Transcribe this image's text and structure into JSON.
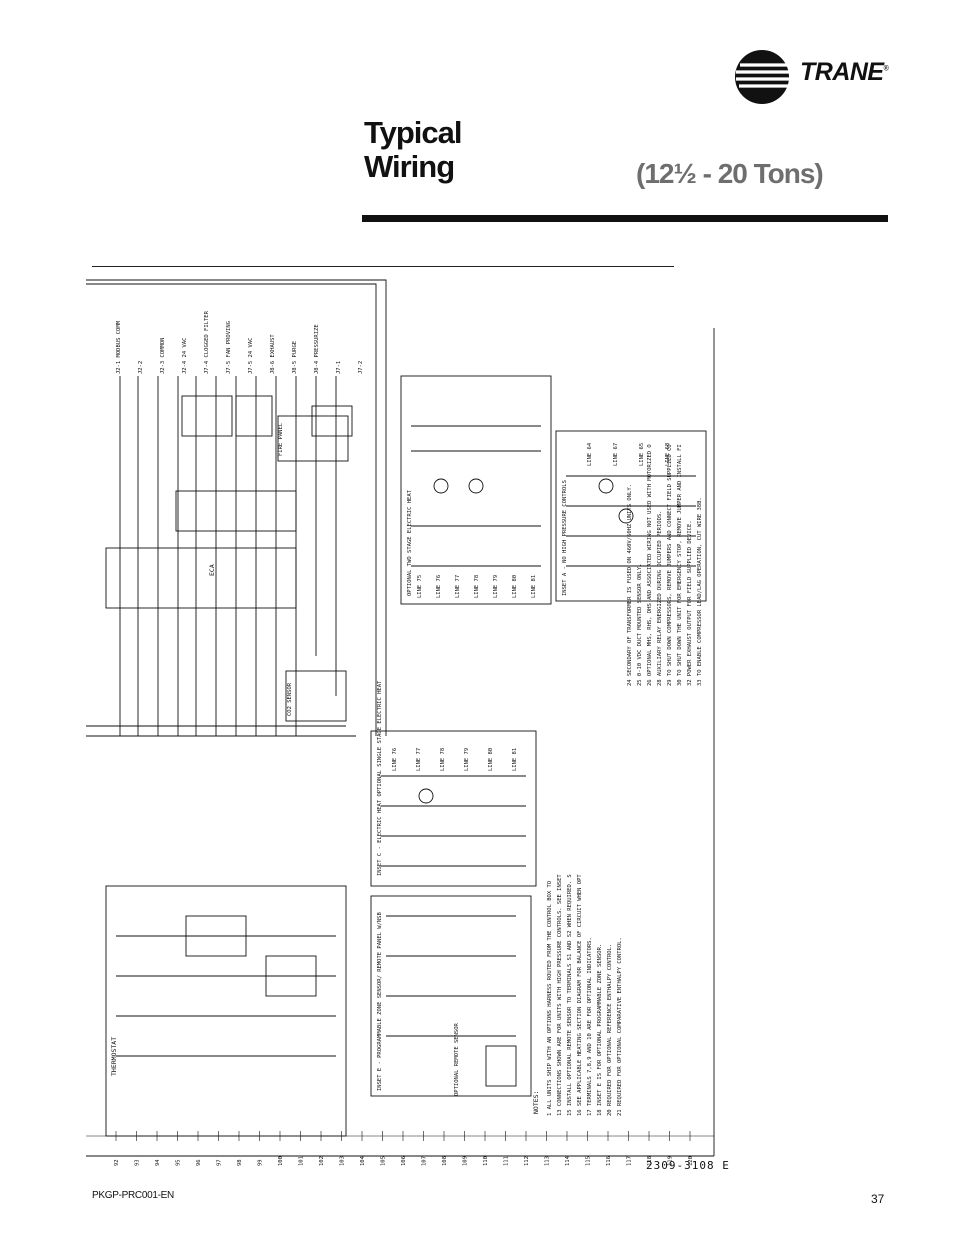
{
  "brand": {
    "name": "TRANE",
    "registered": "®"
  },
  "header": {
    "title_line1": "Typical",
    "title_line2": "Wiring",
    "subtitle": "(12½ - 20 Tons)"
  },
  "diagram": {
    "drawing_number": "2309-3108 E",
    "line_numbers": [
      "92",
      "93",
      "94",
      "95",
      "96",
      "97",
      "98",
      "99",
      "100",
      "101",
      "102",
      "103",
      "104",
      "105",
      "106",
      "107",
      "108",
      "109",
      "110",
      "111",
      "112",
      "113",
      "114",
      "115",
      "116",
      "117",
      "118",
      "119",
      "120"
    ],
    "blocks": {
      "eca": "ECA",
      "thermostat": "THERMOSTAT",
      "inset_a": "INSET A - NO HIGH PRESSURE CONTROLS",
      "inset_c": "INSET C - ELECTRIC HEAT OPTIONAL SINGLE STAGE ELECTRIC HEAT",
      "two_stage": "OPTIONAL TWO STAGE ELECTRIC HEAT",
      "inset_e": "INSET E - PROGRAMMABLE ZONE SENSOR/ REMOTE PANEL W/NSB",
      "optional_remote_sensor": "OPTIONAL REMOTE SENSOR",
      "co2_sensor": "CO2 SENSOR",
      "fire_panel": "FIRE PANEL",
      "notes_label": "NOTES:"
    },
    "terminal_labels": [
      "J2-1 MODBUS COMM",
      "J2-2",
      "J2-3 COMMON",
      "J2-4 24 VAC",
      "J7-4 CLOGGED FILTER",
      "J7-5 FAN PROVING",
      "J7-5 24 VAC",
      "J8-6 EXHAUST",
      "J8-5 PURGE",
      "J8-4 PRESSURIZE",
      "J7-1",
      "J7-2"
    ],
    "inset_a_lines": [
      "LINE 64",
      "LINE 67",
      "LINE 65",
      "LINE 68"
    ],
    "inset_c_lines": [
      "LINE 76",
      "LINE 77",
      "LINE 78",
      "LINE 79",
      "LINE 80",
      "LINE 81"
    ],
    "two_stage_lines": [
      "LINE 75",
      "LINE 76",
      "LINE 77",
      "LINE 78",
      "LINE 79",
      "LINE 80",
      "LINE 81"
    ],
    "notes": [
      {
        "n": "1",
        "text": "ALL UNITS SHIP WITH AN OPTIONS HARNESS ROUTED FROM THE CONTROL BOX TO THE RETURN AIR SECTION. IF NO OPTIONS ARE INSTALLED DO NOT CONNECT."
      },
      {
        "n": "13",
        "text": "CONNECTIONS SHOWN ARE FOR UNITS WITH HIGH PRESSURE CONTROLS. SEE INSET A FOR UNITS WITHOUT."
      },
      {
        "n": "15",
        "text": "INSTALL OPTIONAL REMOTE SENSOR TO TERMINALS S1 AND S2 WHEN REQUIRED. SEE PROGRAMMABLE ZONE SENSOR, REMOTE PANEL W/NSB LITERATURE FOR OPTION CONFIGURATION."
      },
      {
        "n": "16",
        "text": "SEE APPLICABLE HEATING SECTION DIAGRAM FOR BALANCE OF CIRCUIT WHEN OPTIONAL ELECTRIC HEAT IS REQUIRED."
      },
      {
        "n": "17",
        "text": "TERMINALS 7,8,9 AND 10 ARE FOR OPTIONAL INDICATORS."
      },
      {
        "n": "18",
        "text": "INSET E IS FOR OPTIONAL PROGRAMMABLE ZONE SENSOR."
      },
      {
        "n": "20",
        "text": "REQUIRED FOR OPTIONAL REFERENCE ENTHALPY CONTROL."
      },
      {
        "n": "21",
        "text": "REQUIRED FOR OPTIONAL COMPARATIVE ENTHALPY CONTROL."
      },
      {
        "n": "24",
        "text": "SECONDARY OF TRANSFORMER IS FUSED ON 460V/60HZ UNITS ONLY."
      },
      {
        "n": "25",
        "text": "0-10 VDC DUCT MOUNTED SENSOR ONLY."
      },
      {
        "n": "26",
        "text": "OPTIONAL MHS, RHS, DHS AND ASSOCIATED WIRING NOT USED WITH MOTORIZED OUTSIDE AIR."
      },
      {
        "n": "28",
        "text": "AUXILIARY RELAY ENERGIZED DURING OCCUPIED PERIODS."
      },
      {
        "n": "29",
        "text": "TO SHUT DOWN COMPRESSORS, REMOVE JUMPERS AND CONNECT FIELD SUPPLIED CONTROL DEVICE."
      },
      {
        "n": "30",
        "text": "TO SHUT DOWN THE UNIT FOR EMERGENCY STOP, REMOVE JUMPER AND INSTALL FIELD SUPPLIED DEVICE."
      },
      {
        "n": "32",
        "text": "POWER EXHAUST OUTPUT FOR FIELD SUPPLIED DEVICE."
      },
      {
        "n": "33",
        "text": "TO ENABLE COMPRESSOR LEAD/LAG OPERATION, CUT WIRE 38B."
      }
    ]
  },
  "footer": {
    "doc_id": "PKGP-PRC001-EN",
    "page": "37"
  }
}
